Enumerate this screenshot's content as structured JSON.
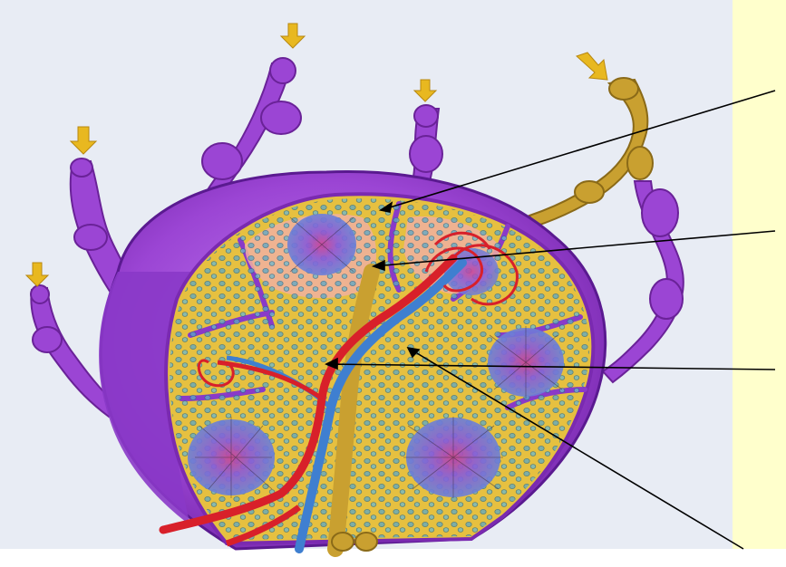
{
  "figure": {
    "background_color": "#e8ecf4",
    "label_panel_color": "#ffffcc",
    "capsule_color": "#a050d8",
    "vessel_colors": {
      "artery": "#d8202a",
      "vein": "#3f7fd0",
      "efferent_lymphatic": "#c9a030"
    },
    "afferent_arrow_color": "#e8b820",
    "pointer_lines": [
      {
        "target": "cortex-sinus"
      },
      {
        "target": "paracortex-lymphocytes"
      },
      {
        "target": "medullary-blood-vessels"
      },
      {
        "target": "medullary-cord"
      }
    ],
    "labels": []
  }
}
